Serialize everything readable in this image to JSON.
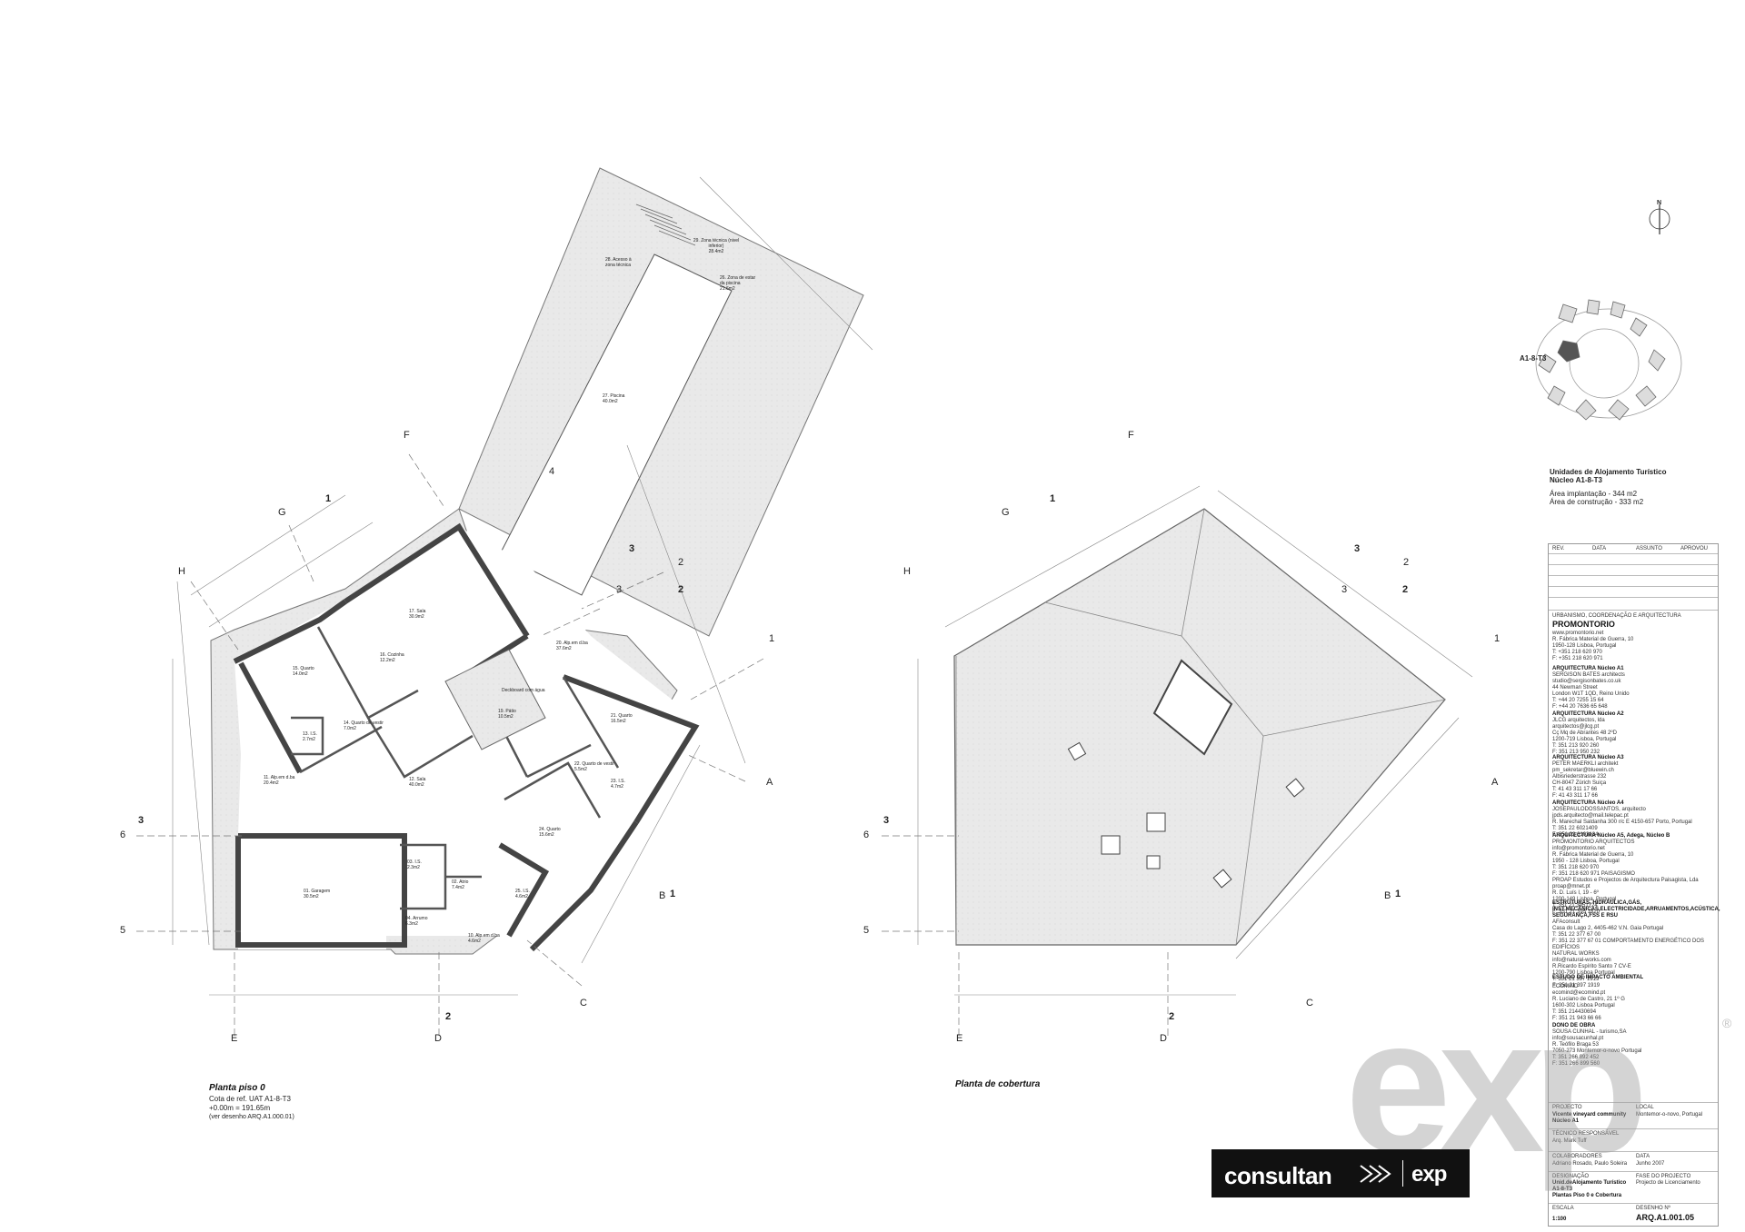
{
  "plans": {
    "ground": {
      "title": "Planta piso 0",
      "ref": "Cota de ref. UAT A1-8-T3",
      "level": "+0.00m = 191.65m",
      "note": "(ver desenho ARQ.A1.000.01)"
    },
    "roof": {
      "title": "Planta de cobertura"
    }
  },
  "grid_labels": {
    "ground": [
      "F",
      "G",
      "H",
      "E",
      "D",
      "C",
      "B",
      "A",
      "1",
      "2",
      "3",
      "4",
      "5",
      "6"
    ],
    "roof": [
      "F",
      "G",
      "H",
      "E",
      "D",
      "C",
      "B",
      "A",
      "1",
      "2",
      "3",
      "5",
      "6"
    ]
  },
  "section_marks": {
    "ground": [
      "1",
      "2",
      "3",
      "1",
      "2",
      "3"
    ],
    "roof": [
      "1",
      "2",
      "3",
      "1",
      "2",
      "3"
    ]
  },
  "rooms": [
    {
      "num": "17.",
      "name": "Sala",
      "area": "30.9m2"
    },
    {
      "num": "16.",
      "name": "Cozinha",
      "area": "12.2m2"
    },
    {
      "num": "15.",
      "name": "Quarto",
      "area": "14.0m2"
    },
    {
      "num": "14.",
      "name": "Quarto de vestir",
      "area": "7.0m2"
    },
    {
      "num": "13.",
      "name": "I.S.",
      "area": "2.7m2"
    },
    {
      "num": "12.",
      "name": "Sala",
      "area": "40.0m2"
    },
    {
      "num": "11.",
      "name": "Alp.em d.ba",
      "area": "20.4m2"
    },
    {
      "num": "19.",
      "name": "Pátio",
      "area": "10.5m2"
    },
    {
      "num": "20.",
      "name": "Alp.em d.ba",
      "area": "37.6m2"
    },
    {
      "num": "21.",
      "name": "Quarto",
      "area": "16.5m2"
    },
    {
      "num": "22.",
      "name": "Quarto de vestir",
      "area": "5.5m2"
    },
    {
      "num": "23.",
      "name": "I.S.",
      "area": "4.7m2"
    },
    {
      "num": "24.",
      "name": "Quarto",
      "area": "15.6m2"
    },
    {
      "num": "25.",
      "name": "I.S.",
      "area": "4.6m2"
    },
    {
      "num": "01.",
      "name": "Garagem",
      "area": "30.5m2"
    },
    {
      "num": "02.",
      "name": "Atrio",
      "area": "7.4m2"
    },
    {
      "num": "03.",
      "name": "I.S.",
      "area": "2.3m2"
    },
    {
      "num": "04.",
      "name": "Arrumo",
      "area": "6.3m2"
    },
    {
      "num": "10.",
      "name": "Alp.em d.ba",
      "area": "4.6m2"
    },
    {
      "num": "26.",
      "name": "Zona de estar da piscina",
      "area": "21.6m2"
    },
    {
      "num": "27.",
      "name": "Piscina",
      "area": "40.0m2"
    },
    {
      "num": "28.",
      "name": "Acesso à zona técnica",
      "area": ""
    },
    {
      "num": "29.",
      "name": "Zona técnica (nivel inferior)",
      "area": "28.4m2"
    }
  ],
  "annotations": {
    "deck": "Deckboard com água",
    "north": "N",
    "key_plan_label": "A1-8-T3"
  },
  "project_info": {
    "title": "Unidades de Alojamento Turístico",
    "subtitle": "Núcleo A1-8-T3",
    "area_implantacao": "Área implantação - 344 m2",
    "area_construcao": "Área de construção - 333 m2"
  },
  "title_block": {
    "rev_headers": [
      "REV.",
      "DATA",
      "ASSUNTO",
      "APROVOU"
    ],
    "section_head": "URBANISMO, COORDENAÇÃO E ARQUITECTURA",
    "firm": "PROMONTORIO",
    "firm_details": "www.promontorio.net\nR. Fábrica Material de Guerra, 10\n1950-128 Lisboa, Portugal\nT: +351 218 620 970\nF: +351 218 620 971",
    "a1_head": "ARQUITECTURA Núcleo A1",
    "a1_details": "SERGISON BATES architects\nstudio@sergisonbates.co.uk\n44 Newman Street\nLondon W1T 1QD, Reino Unido\nT: +44 20 7255 15 64\nF: +44 20 7636 65 648",
    "a2_head": "ARQUITECTURA Núcleo A2",
    "a2_details": "JLCG arquitectos, lda\narquitectos@jlcg.pt\nCç Mq de Abrantes 48 2ºD\n1200-719 Lisboa, Portugal\nT: 351 213 920 260\nF: 351 213 950 232",
    "a3_head": "ARQUITECTURA Núcleo A3",
    "a3_details": "PETER MAERKLI architekt\npm_sekretar@bluewin.ch\nAlbisriederstrasse 232\nCH-8047 Zürich Suiça\nT: 41 43 311 17 66\nF: 41 43 311 17 66",
    "a4_head": "ARQUITECTURA Núcleo A4",
    "a4_details": "JOSEPAULODOSSANTOS, arquitecto  jpds.arquitecto@mail.telepac.pt\nR. Marechal Saldanha 300 r/c E 4150-657 Porto, Portugal\nT: 351 22 6021409\nF: 351 22 6103184",
    "a5_head": "ARQUITECTURA Núcleo A5, Adega, Núcleo B",
    "a5_details": "PROMONTORIO ARQUITECTOS\ninfo@promontorio.net\nR. Fábrica Material de Guerra, 10\n1950 - 128 Lisboa, Portugal\nT: 351 218 620 970\nF: 351 218 620 971 PAISAGISMO\nPROAP Estudos e Projectos de Arquitectura Paisagista, Lda\nproap@mnet.pt\nR. D. Luís I, 19 - 6º\n1200-149 Lisboa, Portugal\nT: 351 21 3951724\nF: 351 21 395 1820",
    "eng_head": "ESTRUTURAS, HIDRÁULICA,GÁS, INST.MECÂNICAS,ELECTRICIDADE,ARRUAMENTOS,ACÚSTICA, SEGURANÇA,FSS E RSU",
    "eng_details": "AFAconsult\nCasa do Lago 2, 4405-462 V.N. Gaia Portugal\nT: 351 22 377 67 00\nF: 351 22 377 67 01 COMPORTAMENTO ENERGÉTICO DOS EDIFÍCIOS\nNATURAL WORKS\ninfo@natural-works.com\nR.Ricardo Espírito Santo 7 CV-E\n1200-790 Lisboa Portugal\nT: 351 21 397 1919\nF: 351 21 397 1919",
    "env_head": "ESTUDO DE IMPACTO AMBIENTAL",
    "env_details": "ECOMIND\necomind@ecomind.pt\nR. Luciano de Castro, 21 1º G\n1600-302 Lisboa Portugal\nT: 351 214430694\nF: 351 21 943 66 66",
    "owner_head": "DONO DE OBRA",
    "owner_details": "SOUSA CUNHAL - turismo,SA\ninfo@sousacunhal.pt\nR. Teófilo Braga 53\n7050-273 Montemor-o-novo Portugal\nT: 351 266 892 452\nF: 351 266 899 560",
    "projecto_label": "PROJECTO",
    "projecto_value": "Vicente vineyard community\nNúcleo A1",
    "local_label": "LOCAL",
    "local_value": "Montemor-o-novo, Portugal",
    "tecnico_label": "TÉCNICO RESPONSÁVEL",
    "tecnico_value": "Arq. Mark Tuff",
    "colab_label": "COLABORADORES",
    "colab_value": "Adriano Rosado, Paulo Soleira",
    "data_label": "DATA",
    "data_value": "Junho 2007",
    "design_label": "DESIGNAÇÃO",
    "design_value": "Unid.deAlojamento Turístico\nA1-8-T3\nPlantas Piso 0 e Cobertura",
    "fase_label": "FASE DO PROJECTO",
    "fase_value": "Projecto de Licenciamento",
    "escala_label": "ESCALA",
    "escala_value": "1:100",
    "desenho_label": "DESENHO Nº",
    "desenho_value": "ARQ.A1.001.05"
  },
  "branding": {
    "consultan_word": "consultan",
    "consultan_exp": "exp",
    "watermark": "exp",
    "registered": "®"
  },
  "colors": {
    "fill_light": "#e6e6e6",
    "wall": "#444444",
    "line": "#666666",
    "watermark": "#a0a0a0"
  }
}
